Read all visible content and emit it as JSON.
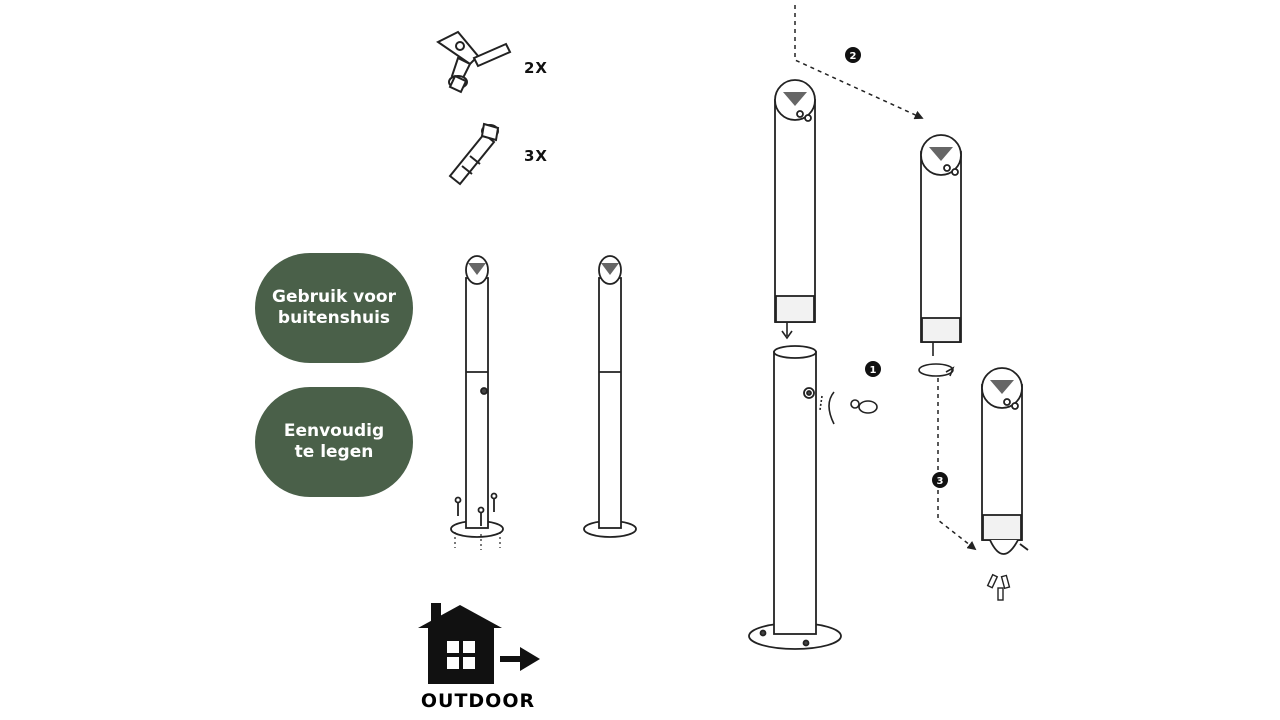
{
  "badges": [
    {
      "line1": "Gebruik voor",
      "line2": "buitenshuis"
    },
    {
      "line1": "Eenvoudig",
      "line2": "te legen"
    }
  ],
  "parts": [
    {
      "name": "key",
      "quantity": "2X"
    },
    {
      "name": "anchor-bolt",
      "quantity": "3X"
    }
  ],
  "steps": [
    "1",
    "2",
    "3"
  ],
  "outdoor_label": "OUTDOOR",
  "colors": {
    "badge": "#4a6049",
    "line": "#222222",
    "icon": "#111111",
    "background": "#ffffff"
  }
}
